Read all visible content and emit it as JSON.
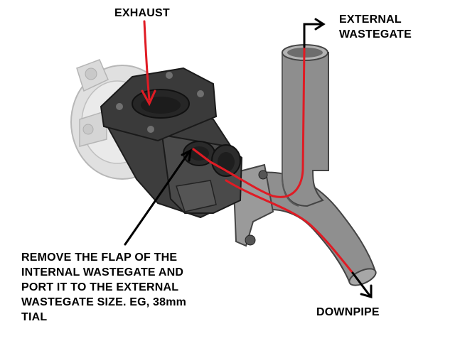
{
  "labels": {
    "exhaust": "EXHAUST",
    "external_wastegate": [
      "EXTERNAL",
      "WASTEGATE"
    ],
    "instruction": [
      "REMOVE THE FLAP OF THE",
      "INTERNAL WASTEGATE AND",
      "PORT IT TO THE EXTERNAL",
      "WASTEGATE SIZE. EG, 38mm",
      "TIAL"
    ],
    "downpipe": "DOWNPIPE"
  },
  "colors": {
    "flow_arrow": "#e01b24",
    "pointer_arrow": "#000000",
    "housing_dark": "#3c3c3c",
    "pipe_gray": "#8a8a8a",
    "faded_housing": "#b9b9b9"
  }
}
